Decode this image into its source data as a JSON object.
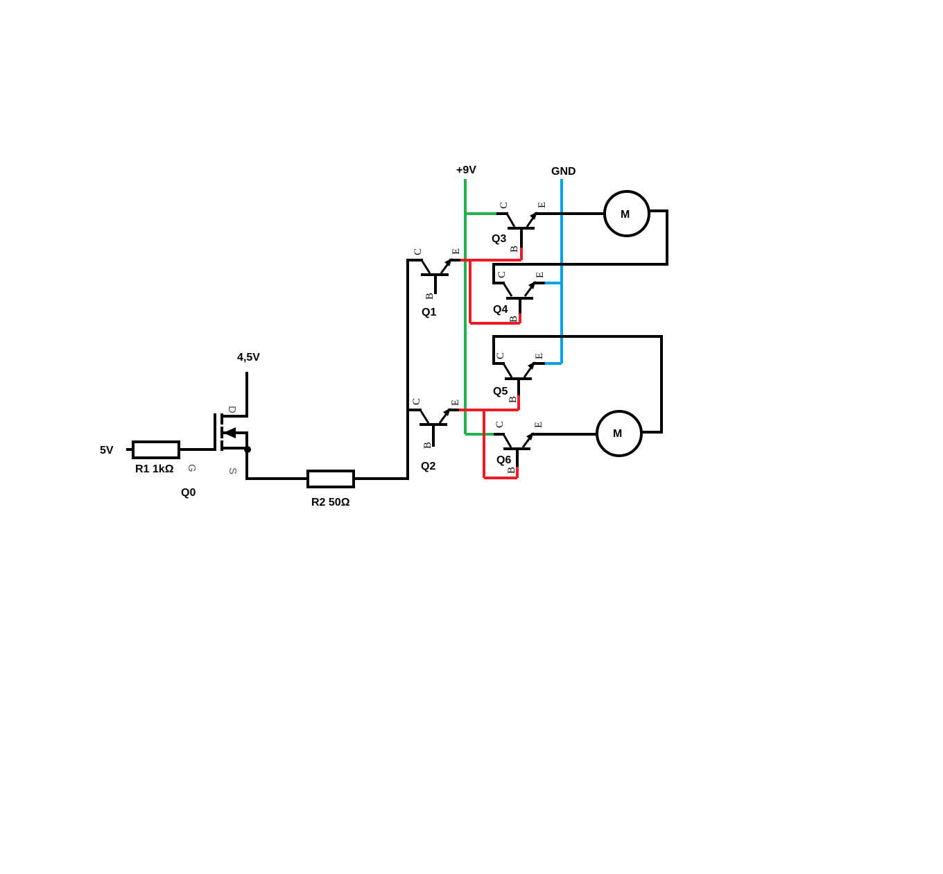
{
  "labels": {
    "v5": "5V",
    "r1": "R1 1kΩ",
    "q0": "Q0",
    "v45": "4,5V",
    "r2": "R2 50Ω",
    "q1": "Q1",
    "q2": "Q2",
    "q3": "Q3",
    "q4": "Q4",
    "q5": "Q5",
    "q6": "Q6",
    "v9": "+9V",
    "gnd": "GND",
    "motor_top": "M",
    "motor_bottom": "M"
  },
  "pins": {
    "g": "G",
    "d": "D",
    "s": "S",
    "c": "C",
    "e": "E",
    "b": "B"
  },
  "colors": {
    "supply_9v": "#22b14c",
    "ground": "#00a2e8",
    "base_drive": "#ed1c24",
    "wire": "#000000"
  }
}
